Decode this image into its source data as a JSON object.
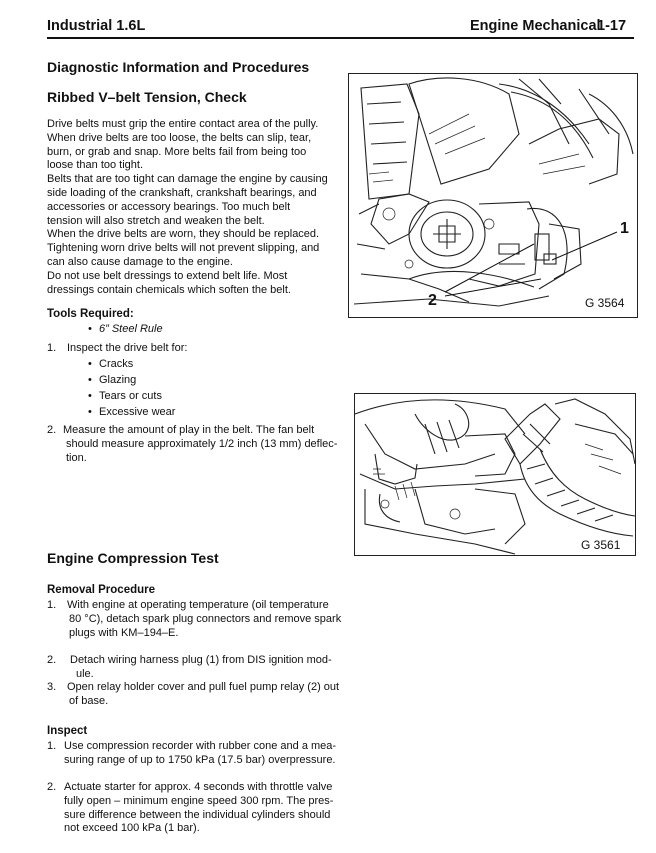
{
  "header": {
    "left": "Industrial 1.6L",
    "right_title": "Engine Mechanical",
    "page": "1-17"
  },
  "belt_section": {
    "section_title": "Diagnostic Information and Procedures",
    "title": "Ribbed V–belt Tension, Check",
    "intro_lines": [
      "Drive belts must grip the entire contact area of the pully.",
      "When drive belts are too loose, the belts can slip, tear,",
      "burn, or grab and snap.  More belts fail from being too",
      "loose than too tight.",
      "Belts that are too tight can damage the engine by causing",
      "side loading of the crankshaft, crankshaft bearings, and",
      "accessories or accessory bearings.  Too much belt",
      "tension will also stretch and weaken the belt.",
      "When the drive belts are worn, they should be replaced.",
      "Tightening worn drive belts will not prevent slipping, and",
      "can also cause damage to the engine.",
      "Do not use belt dressings to extend belt life.  Most",
      "dressings contain chemicals which soften the belt."
    ],
    "tools_heading": "Tools Required:",
    "tool_item": "6” Steel Rule",
    "step1_num": "1.",
    "step1_text": "Inspect the drive belt for:",
    "step1_items": [
      "Cracks",
      "Glazing",
      "Tears or cuts",
      "Excessive wear"
    ],
    "step2_num": "2.",
    "step2_lines": [
      "Measure the amount of play in the belt.  The fan belt",
      "should measure approximately 1/2 inch (13 mm) deflec-",
      "tion."
    ]
  },
  "figure1": {
    "caption": "G 3564",
    "callout_1": "1",
    "callout_2": "2"
  },
  "figure2": {
    "caption": "G 3561"
  },
  "compression": {
    "title": "Engine Compression Test",
    "removal_heading": "Removal Procedure",
    "removal_steps": [
      {
        "num": "1.",
        "lines": [
          "With engine at operating temperature (oil temperature",
          "80 °C), detach spark plug connectors and remove spark",
          "plugs with KM–194–E."
        ]
      },
      {
        "num": "2.",
        "lines": [
          "Detach wiring harness plug (1) from DIS ignition mod-",
          "ule."
        ]
      },
      {
        "num": "3.",
        "lines": [
          "Open relay holder cover and pull fuel pump relay (2) out",
          "of base."
        ]
      }
    ],
    "inspect_heading": "Inspect",
    "inspect_steps": [
      {
        "num": "1.",
        "lines": [
          "Use compression recorder with rubber cone and a mea-",
          "suring range of up to 1750 kPa (17.5 bar) overpressure."
        ]
      },
      {
        "num": "2.",
        "lines": [
          "Actuate starter for approx. 4 seconds with throttle valve",
          "fully open – minimum engine speed 300 rpm. The pres-",
          "sure difference between the individual cylinders should",
          "not exceed 100 kPa (1 bar)."
        ]
      }
    ]
  }
}
